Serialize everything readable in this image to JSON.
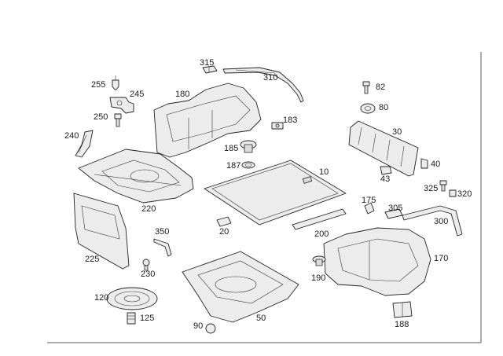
{
  "diagram": {
    "callouts": [
      {
        "id": "c315",
        "text": "315"
      },
      {
        "id": "c310",
        "text": "310"
      },
      {
        "id": "c255",
        "text": "255"
      },
      {
        "id": "c245",
        "text": "245"
      },
      {
        "id": "c180",
        "text": "180"
      },
      {
        "id": "c82",
        "text": "82"
      },
      {
        "id": "c80",
        "text": "80"
      },
      {
        "id": "c250",
        "text": "250"
      },
      {
        "id": "c183",
        "text": "183"
      },
      {
        "id": "c30",
        "text": "30"
      },
      {
        "id": "c240",
        "text": "240"
      },
      {
        "id": "c185",
        "text": "185"
      },
      {
        "id": "c187",
        "text": "187"
      },
      {
        "id": "c10",
        "text": "10"
      },
      {
        "id": "c40",
        "text": "40"
      },
      {
        "id": "c43",
        "text": "43"
      },
      {
        "id": "c325",
        "text": "325"
      },
      {
        "id": "c320",
        "text": "320"
      },
      {
        "id": "c175",
        "text": "175"
      },
      {
        "id": "c305",
        "text": "305"
      },
      {
        "id": "c220",
        "text": "220"
      },
      {
        "id": "c300",
        "text": "300"
      },
      {
        "id": "c20",
        "text": "20"
      },
      {
        "id": "c200",
        "text": "200"
      },
      {
        "id": "c350",
        "text": "350"
      },
      {
        "id": "c225",
        "text": "225"
      },
      {
        "id": "c170",
        "text": "170"
      },
      {
        "id": "c230",
        "text": "230"
      },
      {
        "id": "c190",
        "text": "190"
      },
      {
        "id": "c120",
        "text": "120"
      },
      {
        "id": "c50",
        "text": "50"
      },
      {
        "id": "c125",
        "text": "125"
      },
      {
        "id": "c90",
        "text": "90"
      },
      {
        "id": "c188",
        "text": "188"
      }
    ]
  }
}
